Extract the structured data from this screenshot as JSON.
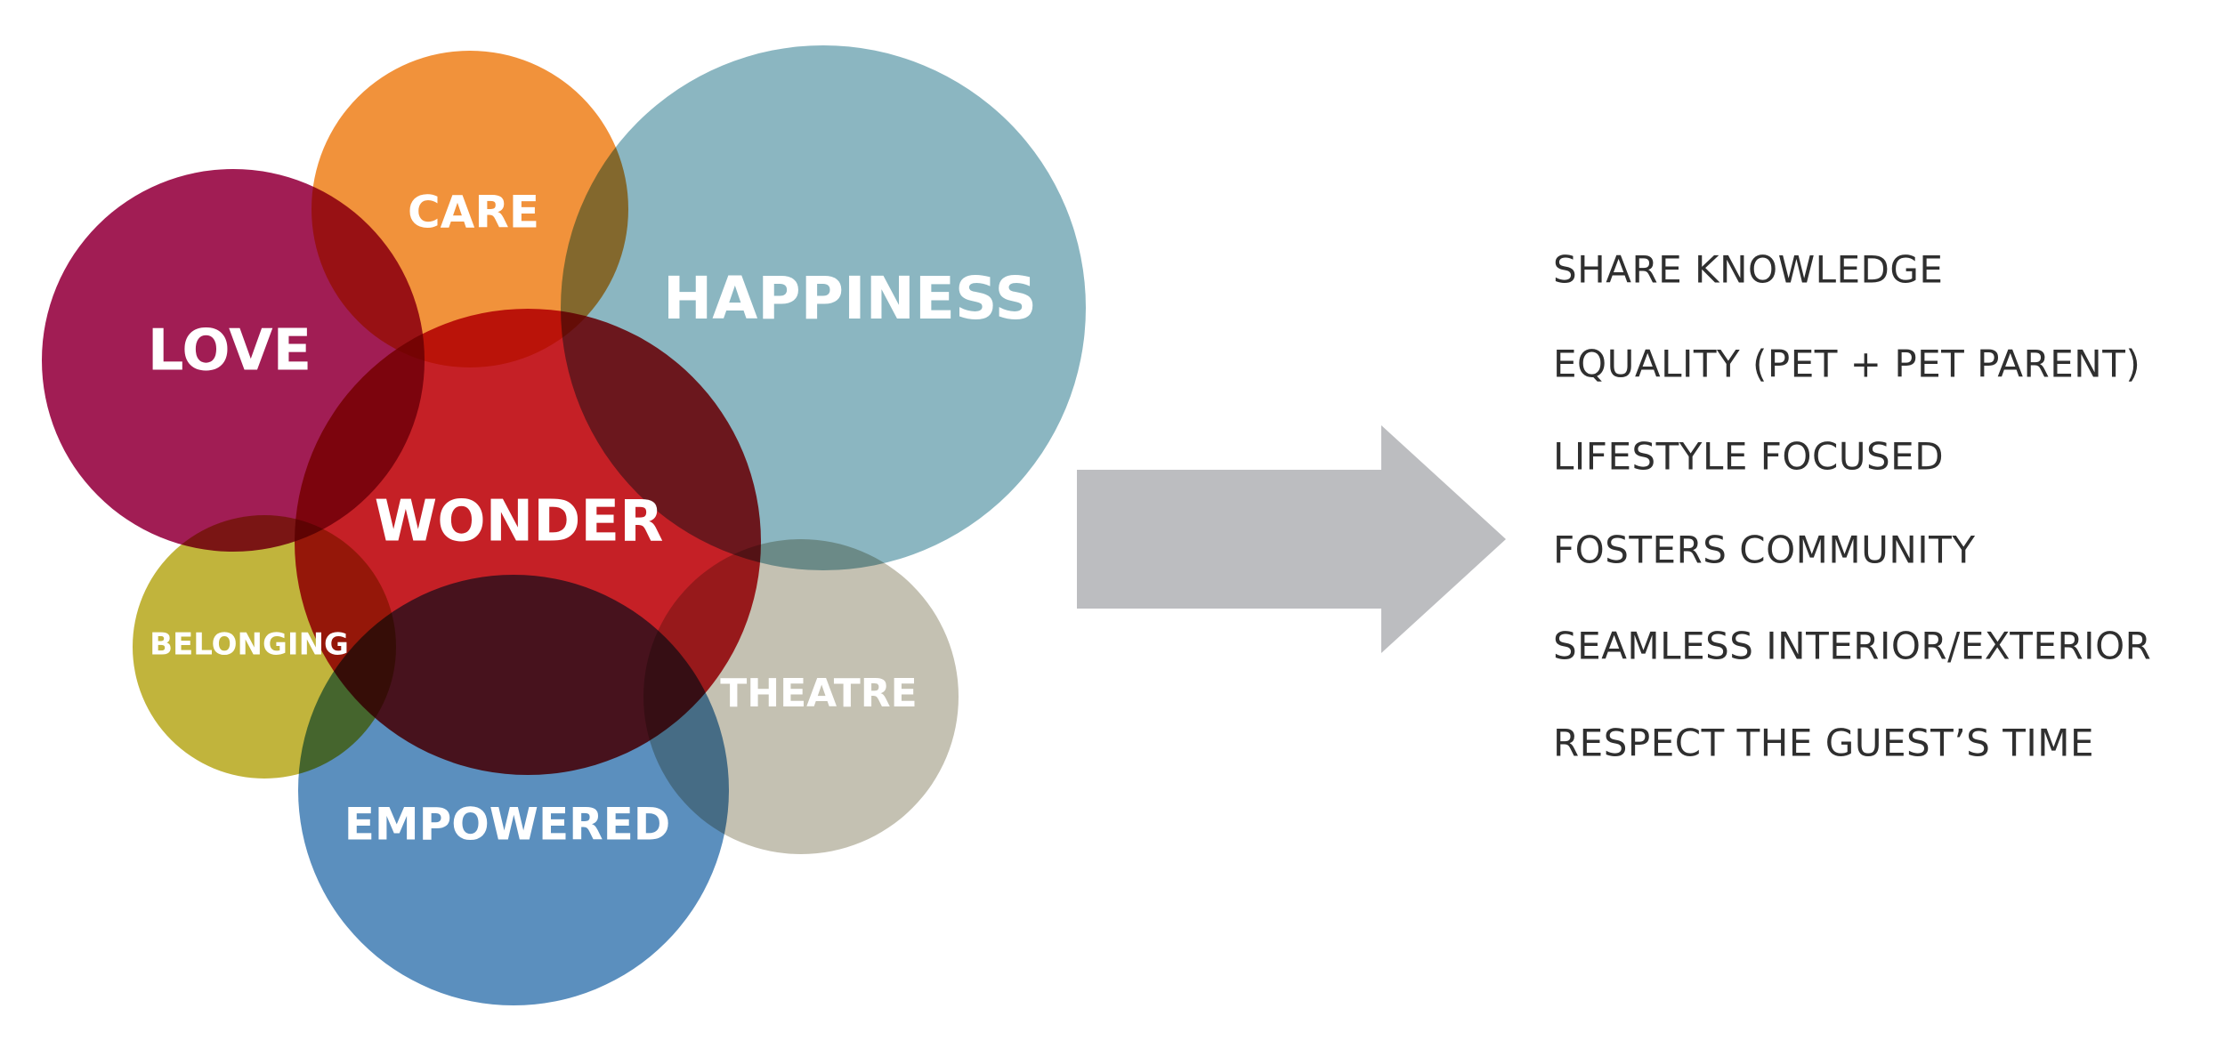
{
  "bubbles": {
    "happiness": {
      "label": "HAPPINESS",
      "color": "#8bb6c1"
    },
    "care": {
      "label": "CARE",
      "color": "#f1923b"
    },
    "love": {
      "label": "LOVE",
      "color": "#a11d54"
    },
    "theatre": {
      "label": "THEATRE",
      "color": "#c4c1b2"
    },
    "belonging": {
      "label": "BELONGING",
      "color": "#c1b43c"
    },
    "empowered": {
      "label": "EMPOWERED",
      "color": "#5b8fbe"
    },
    "wonder": {
      "label": "WONDER",
      "color": "#c52026"
    }
  },
  "arrow": {
    "color": "#bcbdc0"
  },
  "outcomes": [
    {
      "label": "SHARE KNOWLEDGE"
    },
    {
      "label": "EQUALITY (PET + PET PARENT)"
    },
    {
      "label": "LIFESTYLE FOCUSED"
    },
    {
      "label": "FOSTERS COMMUNITY"
    },
    {
      "label": "SEAMLESS INTERIOR/EXTERIOR"
    },
    {
      "label": "RESPECT THE GUEST’S TIME"
    }
  ]
}
